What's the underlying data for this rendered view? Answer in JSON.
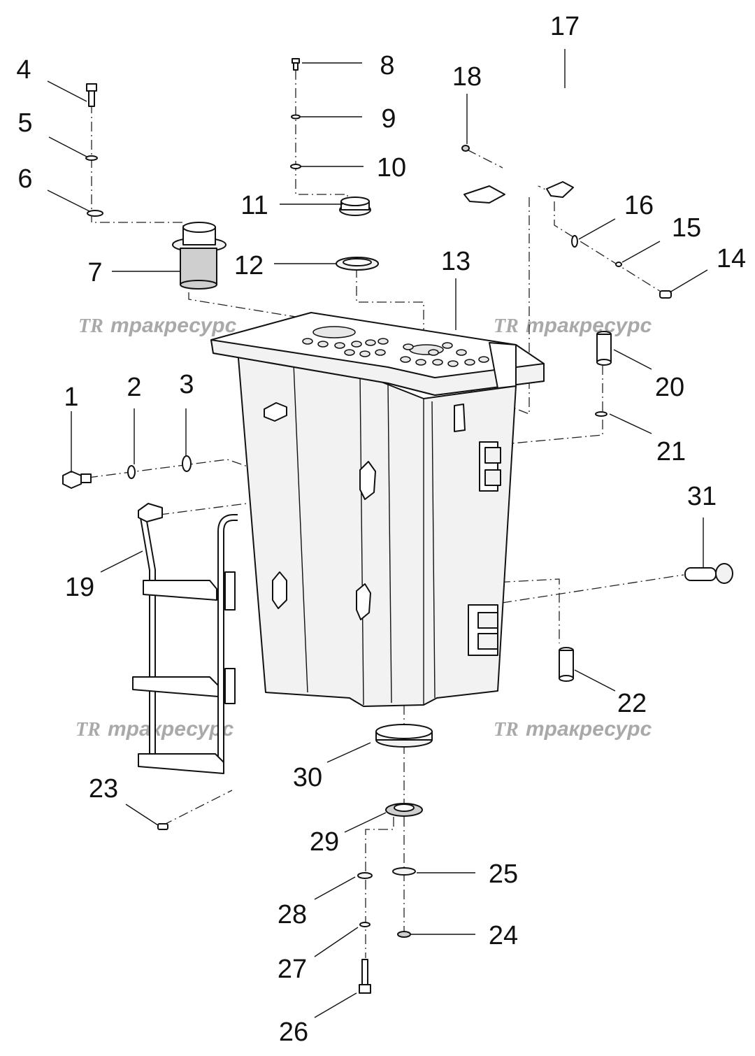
{
  "watermark": {
    "text": "тракресурс",
    "logo": "TR"
  },
  "callouts": [
    "1",
    "2",
    "3",
    "4",
    "5",
    "6",
    "7",
    "8",
    "9",
    "10",
    "11",
    "12",
    "13",
    "14",
    "15",
    "16",
    "17",
    "18",
    "19",
    "20",
    "21",
    "22",
    "23",
    "24",
    "25",
    "26",
    "27",
    "28",
    "29",
    "30",
    "31"
  ]
}
